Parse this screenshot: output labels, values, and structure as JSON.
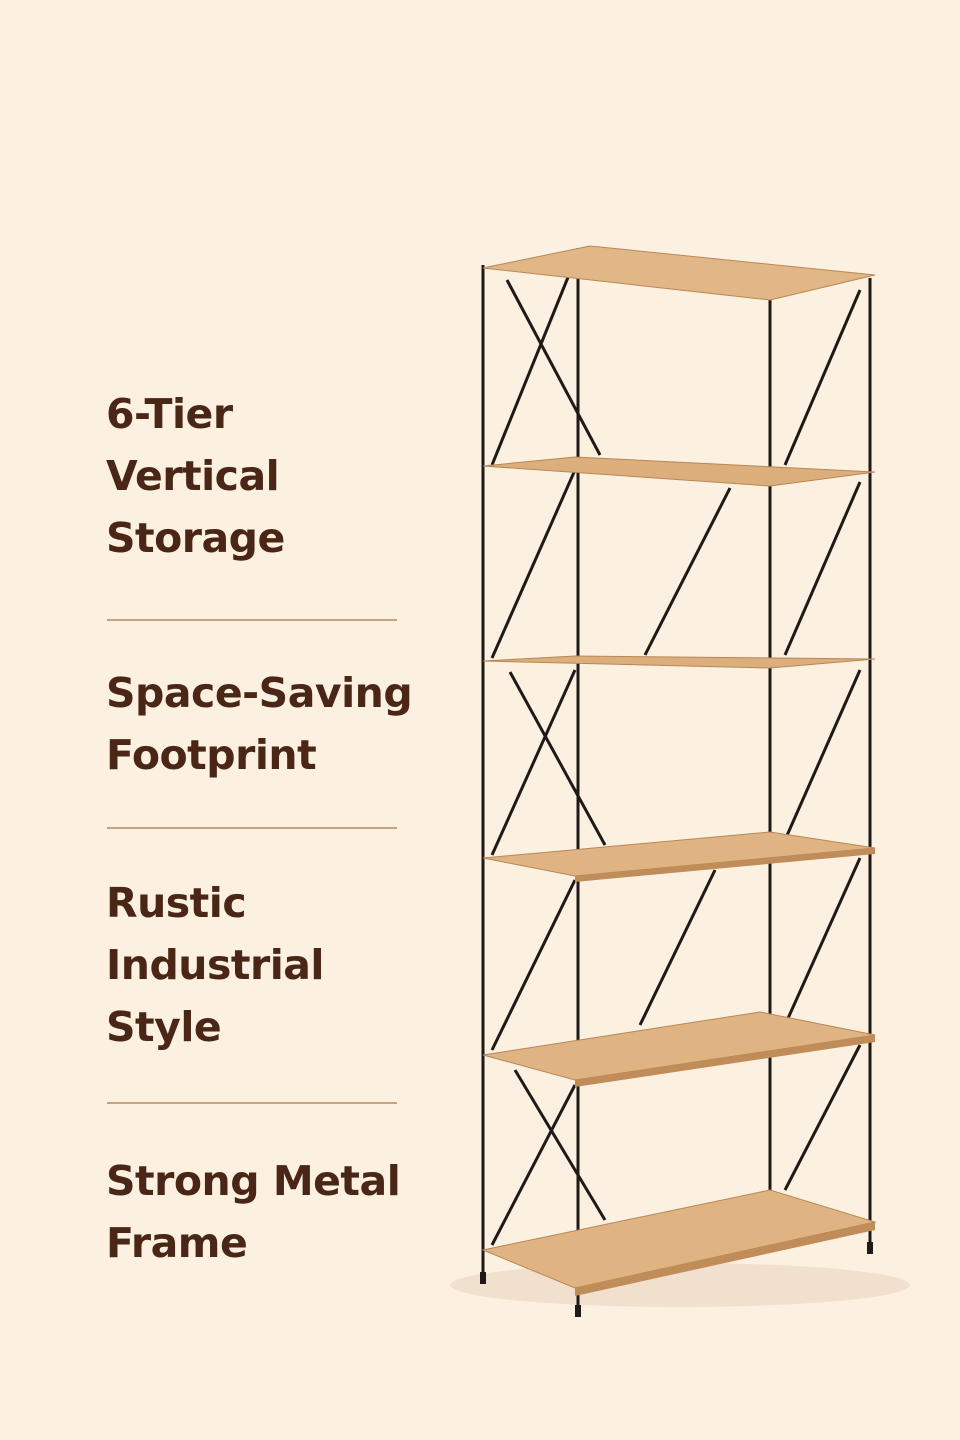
{
  "features": [
    {
      "lines": [
        "6-Tier",
        "Vertical",
        "Storage"
      ]
    },
    {
      "lines": [
        "Space-Saving",
        "Footprint"
      ]
    },
    {
      "lines": [
        "Rustic",
        "Industrial",
        "Style"
      ]
    },
    {
      "lines": [
        "Strong Metal",
        "Frame"
      ]
    }
  ],
  "colors": {
    "background": "#fcf0e1",
    "text": "#4a2616",
    "divider": "#c9a57a",
    "wood": "#d9a774",
    "metal": "#1e1a17"
  }
}
